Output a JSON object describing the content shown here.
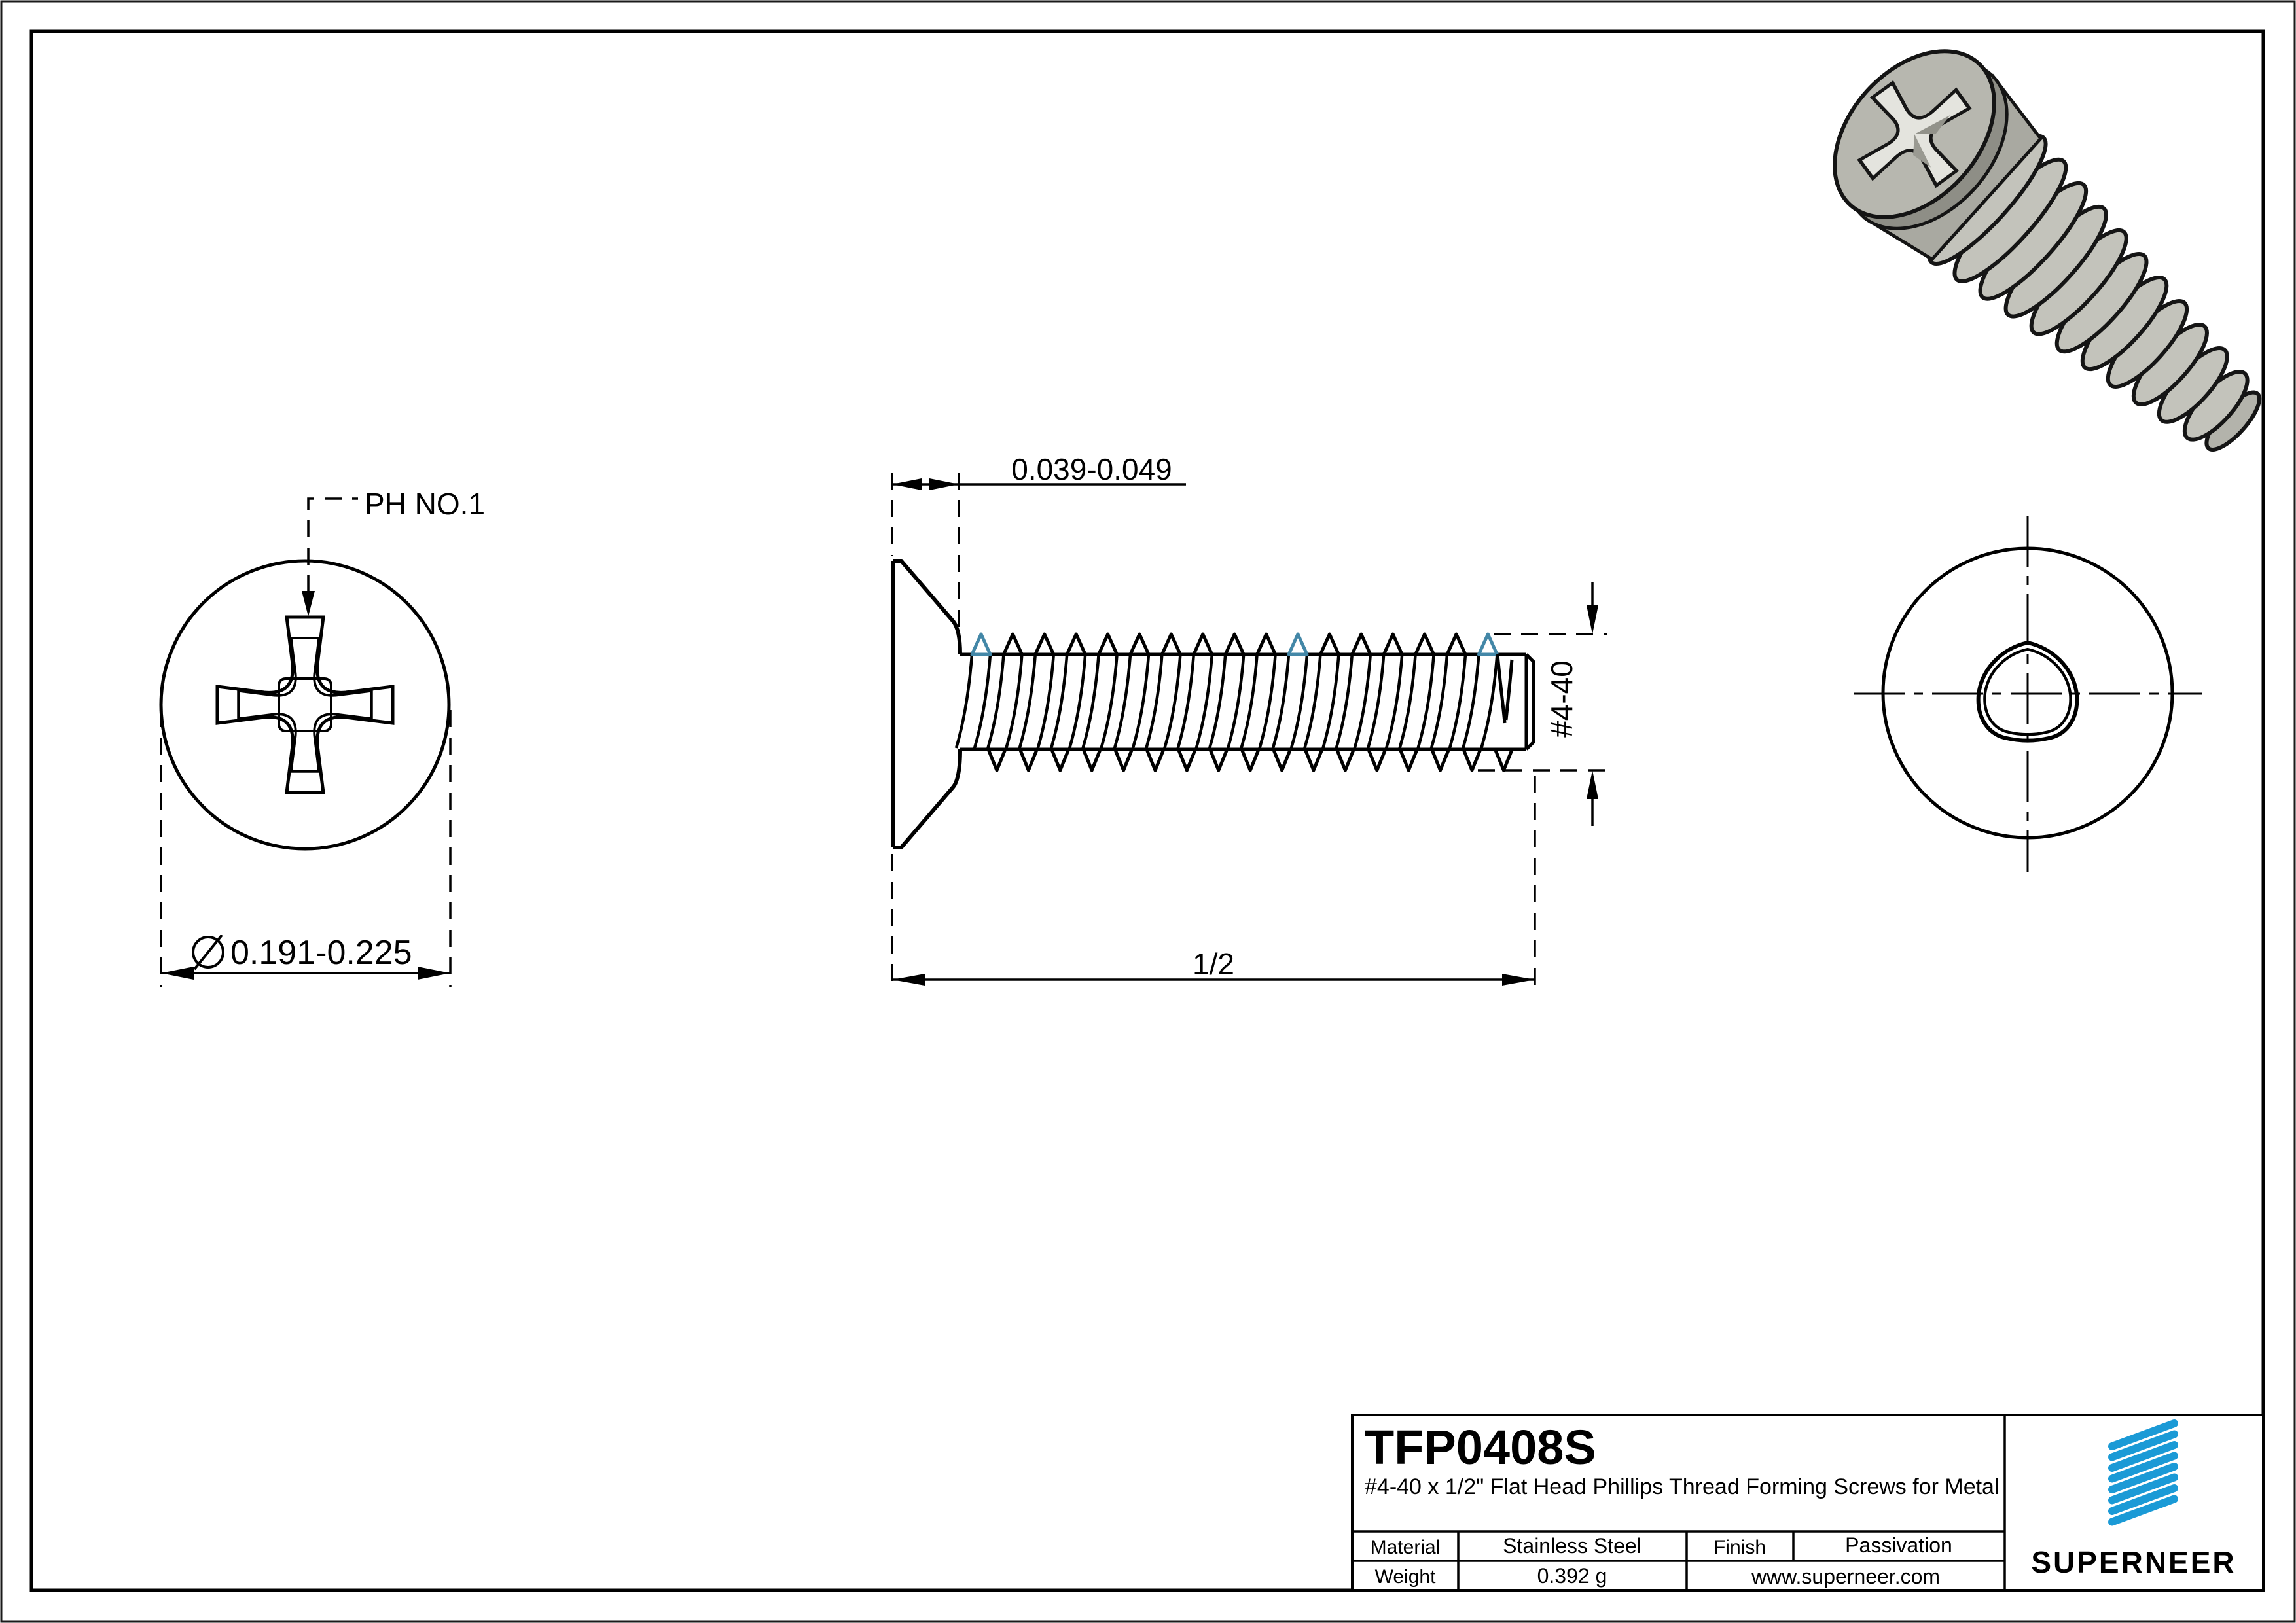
{
  "drawing": {
    "front_view": {
      "recess_label": "PH NO.1",
      "diameter_symbol": "⌀",
      "diameter_value": "0.191-0.225"
    },
    "side_view": {
      "head_height": "0.039-0.049",
      "thread_size": "#4-40",
      "length": "1/2"
    }
  },
  "title_block": {
    "part_number": "TFP0408S",
    "description": "#4-40 x 1/2\" Flat Head Phillips Thread Forming Screws for Metal",
    "material_label": "Material",
    "material_value": "Stainless Steel",
    "finish_label": "Finish",
    "finish_value": "Passivation",
    "weight_label": "Weight",
    "weight_value": "0.392 g",
    "website": "www.superneer.com",
    "brand": "SUPERNEER"
  },
  "colors": {
    "line": "#000000",
    "thread_highlight": "#4387a7",
    "brand_blue": "#1b9ad6",
    "link_blue": "#2b9fd9",
    "metal_light": "#c3c3bb",
    "metal_mid": "#b7b7af",
    "metal_dark": "#8e8e86"
  }
}
